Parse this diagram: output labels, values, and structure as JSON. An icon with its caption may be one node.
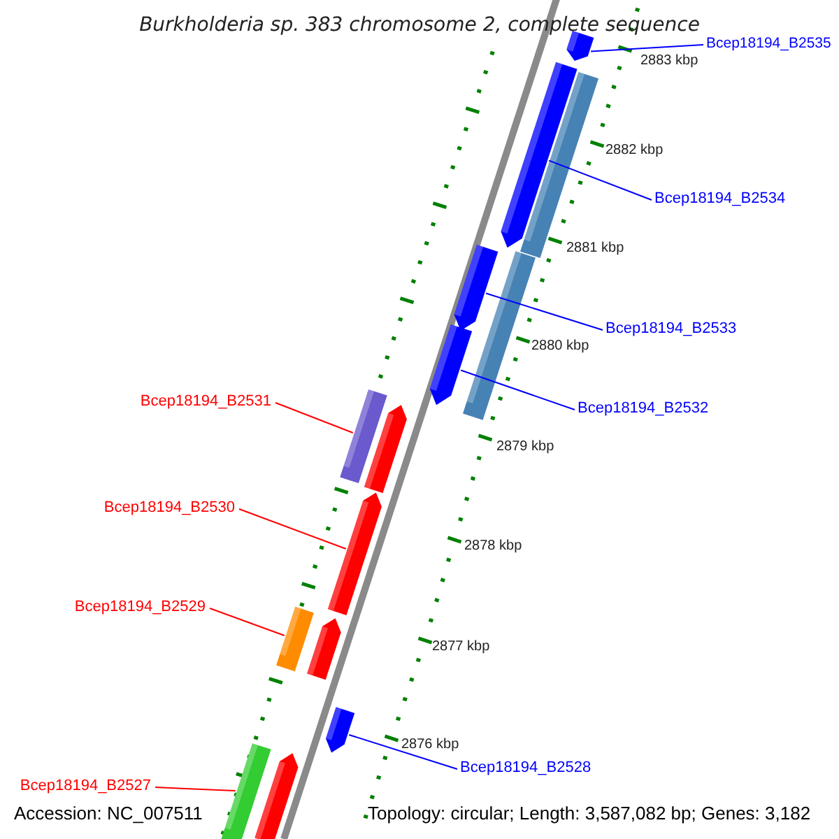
{
  "diagram": {
    "title": "Burkholderia sp. 383 chromosome 2, complete sequence",
    "nodes": [
      {
        "text": [
          "Bcep18194_B2535"
        ]
      },
      {
        "text": [],
        "shape": "arrow"
      },
      {
        "text": [],
        "shape": "bar"
      },
      {
        "text": [
          "Bcep18194_B2534"
        ]
      },
      {
        "text": [],
        "shape": "arrow"
      },
      {
        "text": [
          "Bcep18194_B2533"
        ]
      },
      {
        "text": [],
        "shape": "arrow"
      },
      {
        "text": [],
        "shape": "bar"
      },
      {
        "text": [
          "Bcep18194_B2532"
        ]
      },
      {
        "text": [],
        "shape": "arrow"
      },
      {
        "text": [
          "Bcep18194_B2531"
        ]
      },
      {
        "text": [],
        "shape": "bar"
      },
      {
        "text": [],
        "shape": "arrow"
      },
      {
        "text": [
          "Bcep18194_B2530"
        ]
      },
      {
        "text": [],
        "shape": "arrow"
      },
      {
        "text": [
          "Bcep18194_B2529"
        ]
      },
      {
        "text": [],
        "shape": "bar"
      },
      {
        "text": [],
        "shape": "arrow"
      },
      {
        "text": [
          "Bcep18194_B2528"
        ]
      },
      {
        "text": [],
        "shape": "arrow"
      },
      {
        "text": [
          "Bcep18194_B2527"
        ]
      },
      {
        "text": [],
        "shape": "bar"
      },
      {
        "text": [],
        "shape": "arrow"
      }
    ],
    "edges": [
      {
        "from": 0,
        "to": 1,
        "arrow": "none"
      },
      {
        "from": 3,
        "to": 4,
        "arrow": "none"
      },
      {
        "from": 5,
        "to": 6,
        "arrow": "none"
      },
      {
        "from": 8,
        "to": 9,
        "arrow": "none"
      },
      {
        "from": 10,
        "to": 11,
        "arrow": "none",
        "color": "#ff0000"
      },
      {
        "from": 13,
        "to": 14,
        "arrow": "none",
        "color": "#ff0000"
      },
      {
        "from": 15,
        "to": 16,
        "arrow": "none",
        "color": "#ff0000"
      },
      {
        "from": 18,
        "to": 19,
        "arrow": "none"
      },
      {
        "from": 20,
        "to": 21,
        "arrow": "none",
        "color": "#ff0000"
      }
    ],
    "labels": [
      "2883 kbp",
      "2882 kbp",
      "2881 kbp",
      "2880 kbp",
      "2879 kbp",
      "2878 kbp",
      "2877 kbp",
      "2876 kbp",
      "Accession: NC_007511",
      "Topology: circular; Length: 3,587,082 bp; Genes: 3,182"
    ]
  }
}
